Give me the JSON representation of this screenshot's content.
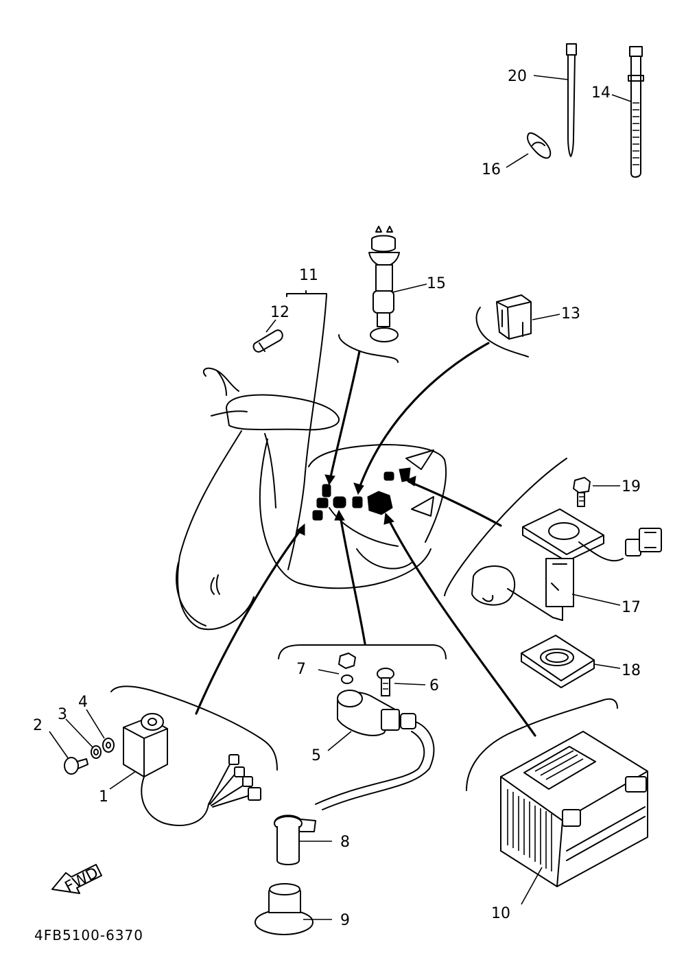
{
  "diagram": {
    "part_code": "4FB5100-6370",
    "fwd_label": "FWD",
    "callouts": [
      "1",
      "2",
      "3",
      "4",
      "5",
      "6",
      "7",
      "8",
      "9",
      "10",
      "11",
      "12",
      "13",
      "14",
      "15",
      "16",
      "17",
      "18",
      "19",
      "20"
    ]
  }
}
